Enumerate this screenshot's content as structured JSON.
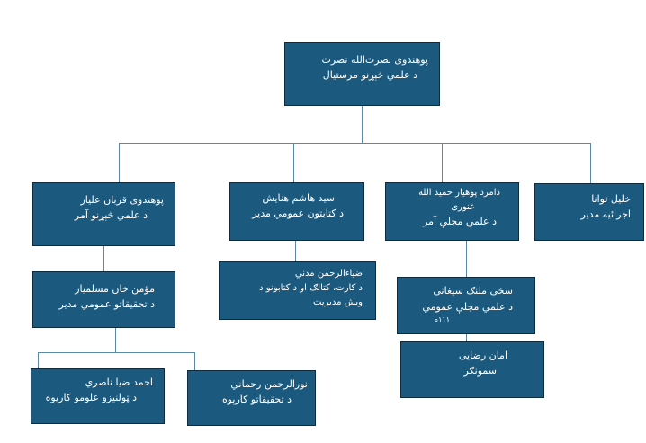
{
  "nodes": {
    "root": {
      "line1": "پوهندوی نصرت‌الله نصرت",
      "line2": "د علمي څېړنو مرستیال"
    },
    "n1": {
      "line1": "پوهندوی قربان علیار",
      "line2": "د علمي څېړنو آمر"
    },
    "n2": {
      "line1": "سید هاشم هنایش",
      "line2": "د کتابتون عمومي مدیر"
    },
    "n3": {
      "line1": "دامرد پوهیار حمید الله",
      "line2": "عنوری",
      "line3": "د علمي مجلې آمر"
    },
    "n4": {
      "line1": "خلیل توانا",
      "line2": "اجرائیه مدیر"
    },
    "n1a": {
      "line1": "مؤمن خان مسلمیار",
      "line2": "د تحقیقاتو عمومي مدیر"
    },
    "n2a": {
      "line1": "ضیاءالرحمن مدني",
      "line2": "د کارت، کتالګ او د کتابونو د",
      "line3": "ویش مدیریت"
    },
    "n3a": {
      "line1": "سخی ملنګ سیغانی",
      "line2": "د علمي مجلې عمومي",
      "line3": "۱۱۱ه"
    },
    "n3b": {
      "line1": "امان رضایی",
      "line2": "سمونګر"
    },
    "n1a1": {
      "line1": "احمد ضیا ناصري",
      "line2": "د ټولنیزو علومو کارپوه"
    },
    "n1a2": {
      "line1": "نورالرحمن رحماني",
      "line2": "د تحقیقاتو کارپوه"
    }
  },
  "colors": {
    "box_fill": "#1b5a7e",
    "box_border": "#0e2c3e",
    "connector": "#5b8aa6",
    "text": "#ffffff"
  }
}
